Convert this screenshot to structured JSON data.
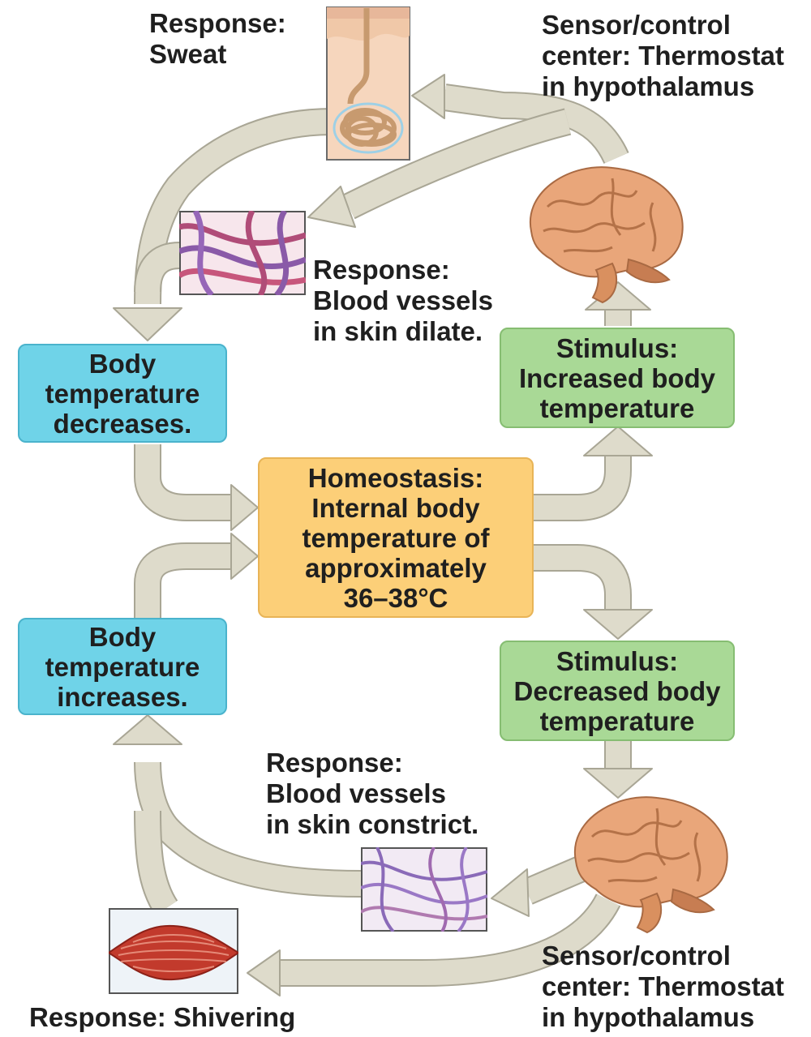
{
  "labels": {
    "sweat": [
      "Response:",
      "Sweat"
    ],
    "sensor_top": [
      "Sensor/control",
      "center: Thermostat",
      "in hypothalamus"
    ],
    "dilate": [
      "Response:",
      "Blood vessels",
      "in skin dilate."
    ],
    "constrict": [
      "Response:",
      "Blood vessels",
      "in skin constrict."
    ],
    "shivering": [
      "Response: Shivering"
    ],
    "sensor_bottom": [
      "Sensor/control",
      "center: Thermostat",
      "in hypothalamus"
    ]
  },
  "boxes": {
    "temp_decreases": [
      "Body",
      "temperature",
      "decreases."
    ],
    "temp_increases": [
      "Body",
      "temperature",
      "increases."
    ],
    "stimulus_increased": [
      "Stimulus:",
      "Increased body",
      "temperature"
    ],
    "stimulus_decreased": [
      "Stimulus:",
      "Decreased body",
      "temperature"
    ],
    "homeostasis": [
      "Homeostasis:",
      "Internal body",
      "temperature of",
      "approximately",
      "36–38°C"
    ]
  },
  "colors": {
    "body_box": "#6fd3e8",
    "stimulus_box": "#a9d996",
    "homeostasis_box": "#fccf78",
    "arrow": "#dedbcb"
  }
}
